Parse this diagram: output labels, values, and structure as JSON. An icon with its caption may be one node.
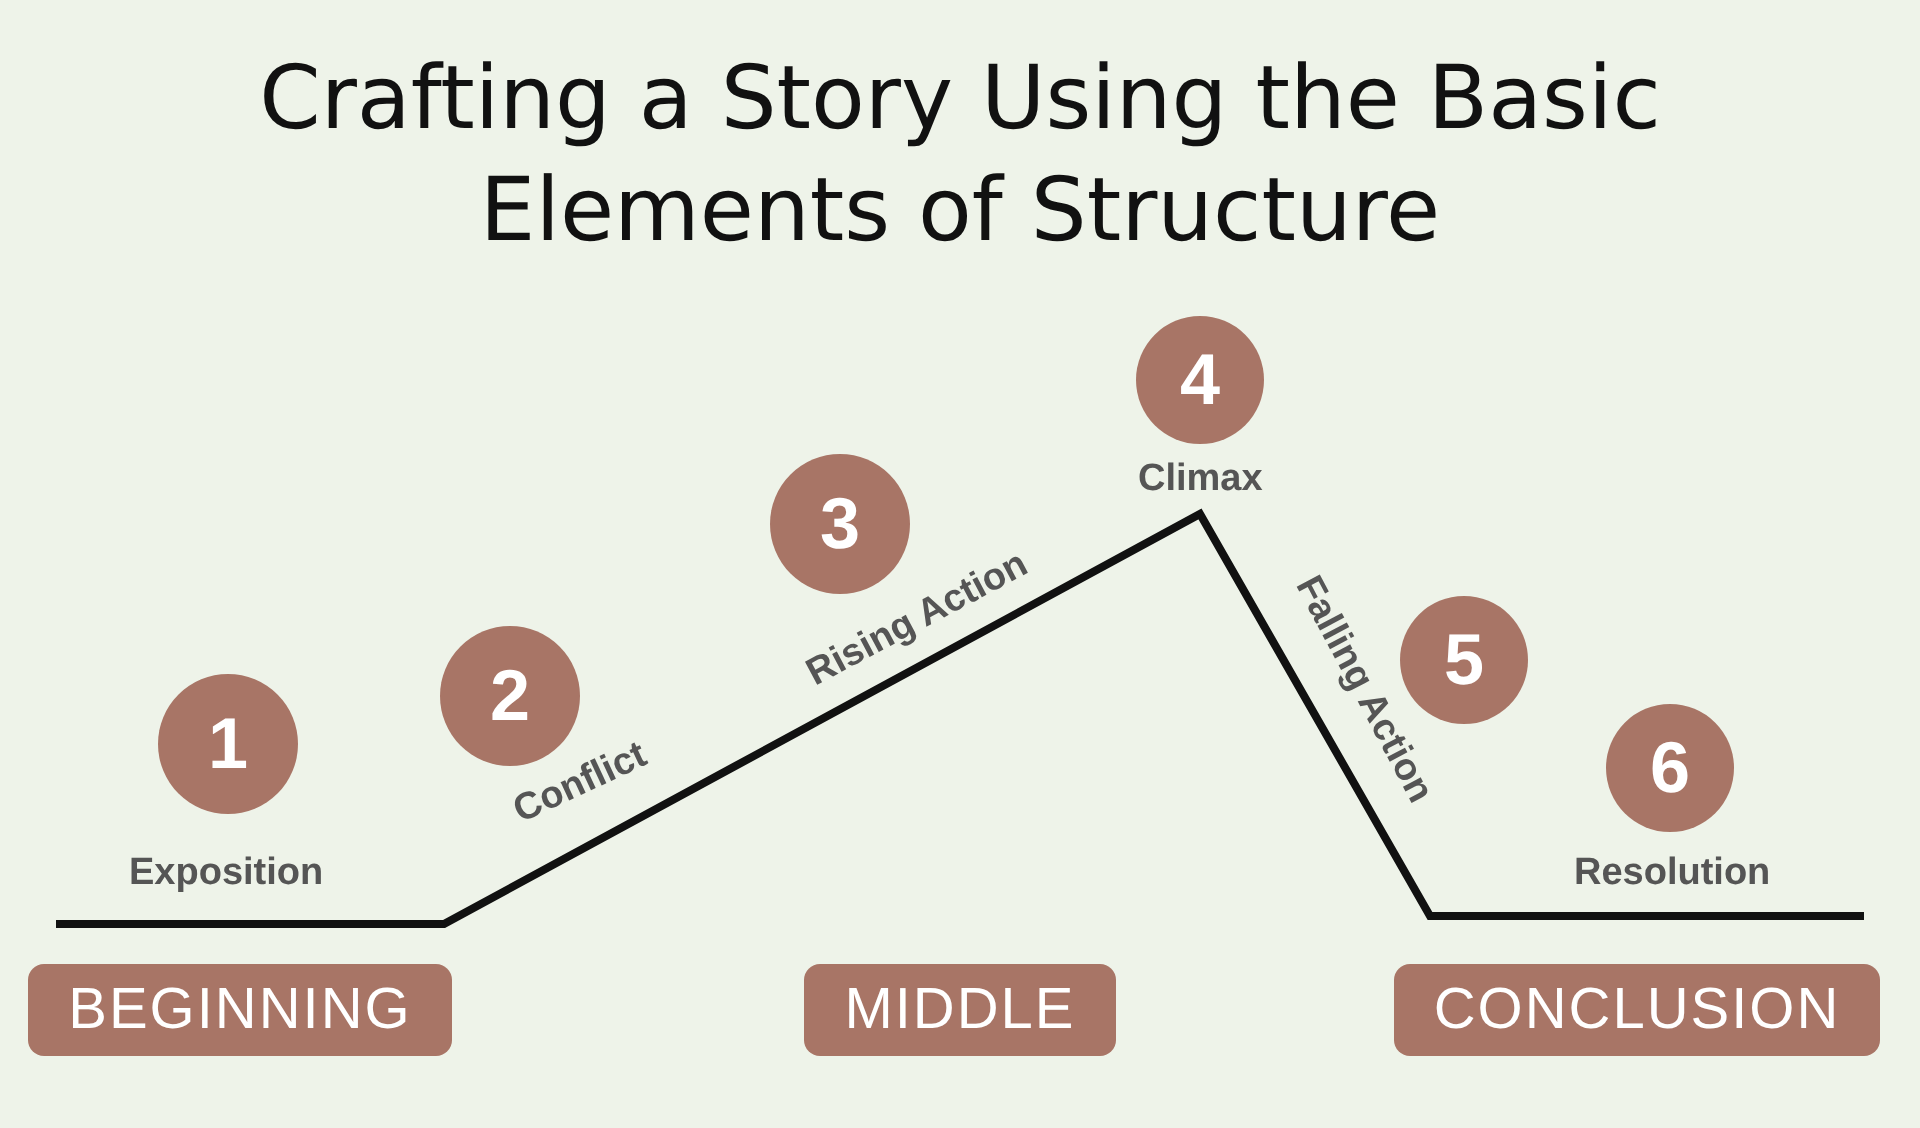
{
  "diagram": {
    "title": "Crafting a Story Using the Basic Elements of Structure",
    "nodes": [
      {
        "text": [
          "1"
        ],
        "beside": [
          "Exposition"
        ]
      },
      {
        "text": [
          "2"
        ],
        "beside": [
          "Conflict"
        ]
      },
      {
        "text": [
          "3"
        ],
        "beside": [
          "Rising Action"
        ]
      },
      {
        "text": [
          "4"
        ],
        "beside": [
          "Climax"
        ]
      },
      {
        "text": [
          "5"
        ],
        "beside": [
          "Falling Action"
        ]
      },
      {
        "text": [
          "6"
        ],
        "beside": [
          "Resolution"
        ]
      },
      {
        "text": [
          "BEGINNING"
        ]
      },
      {
        "text": [
          "MIDDLE"
        ]
      },
      {
        "text": [
          "CONCLUSION"
        ]
      }
    ],
    "edges": []
  }
}
